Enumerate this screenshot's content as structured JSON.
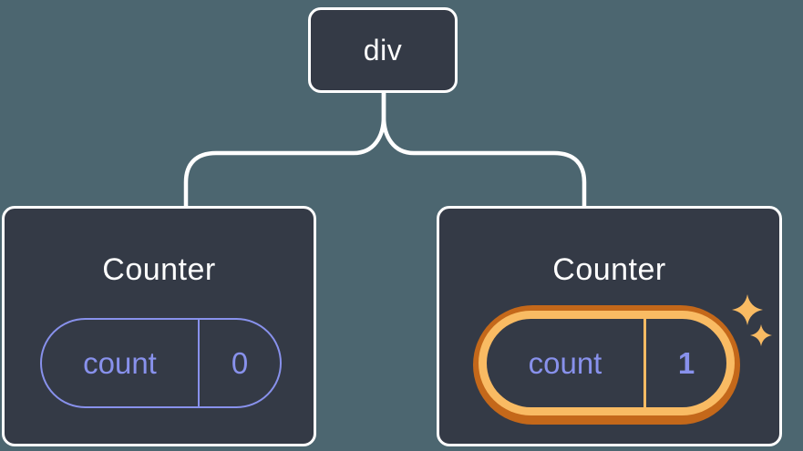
{
  "diagram": {
    "description": "React component tree showing state preservation: a div root with two Counter children; the second Counter's count state was incremented and is highlighted",
    "root": {
      "label": "div"
    },
    "children": [
      {
        "title": "Counter",
        "state_key": "count",
        "state_value": "0",
        "highlighted": false
      },
      {
        "title": "Counter",
        "state_key": "count",
        "state_value": "1",
        "highlighted": true
      }
    ]
  },
  "colors": {
    "background": "#4c6670",
    "node_fill": "#343a46",
    "node_border": "#ffffff",
    "connector": "#ffffff",
    "state_accent": "#8891ec",
    "highlight_outer": "#c4681a",
    "highlight_inner": "#f9bb63",
    "title_text": "#ffffff"
  },
  "icons": {
    "sparkle_large": "sparkle-icon",
    "sparkle_small": "sparkle-icon"
  }
}
